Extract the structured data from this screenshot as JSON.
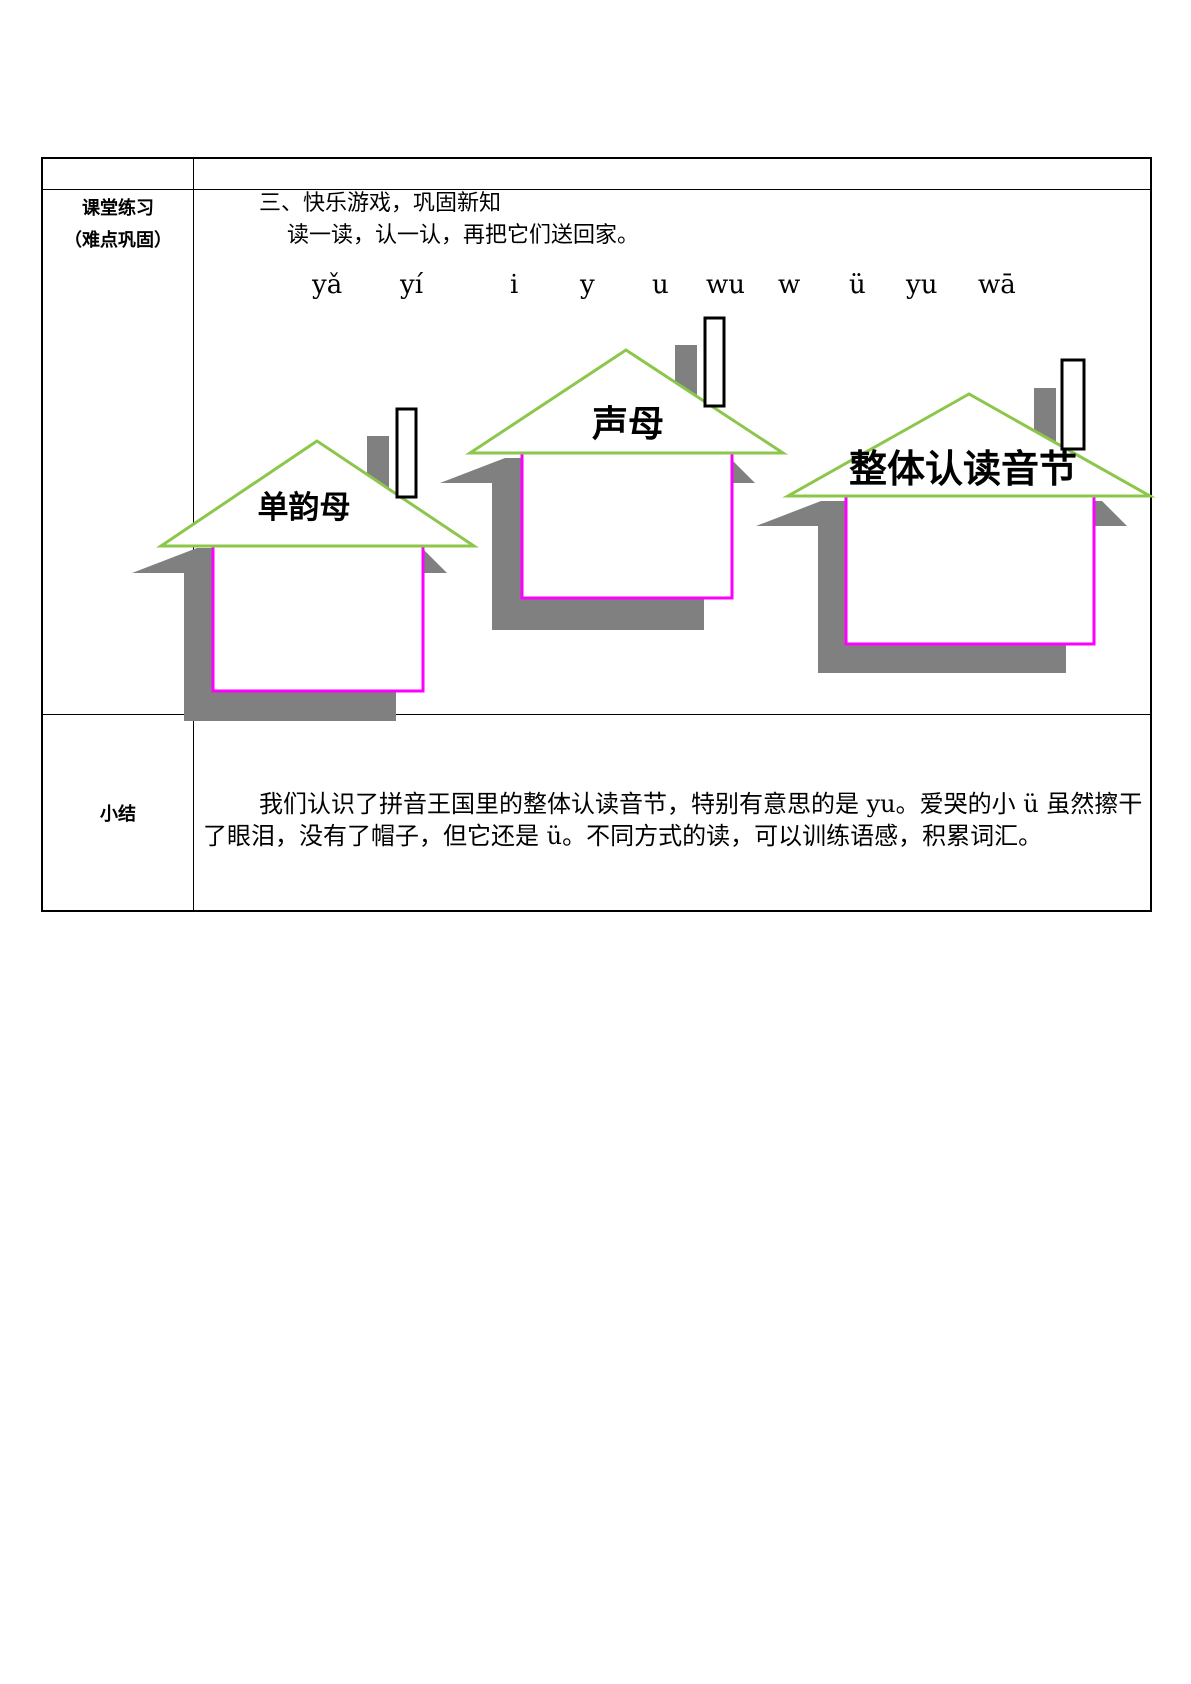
{
  "table": {
    "header_left": "",
    "header_right": "",
    "practice_label_line1": "课堂练习",
    "practice_label_line2": "（难点巩固）",
    "summary_label": "小结"
  },
  "practice": {
    "heading": "三、快乐游戏，巩固新知",
    "instruction": "读一读，认一认，再把它们送回家。",
    "syllables": [
      "yǎ",
      "yí",
      "i",
      "y",
      "u",
      "wu",
      "w",
      "ü",
      "yu",
      "wā"
    ],
    "houses": [
      {
        "label": "单韵母"
      },
      {
        "label": "声母"
      },
      {
        "label": "整体认读音节"
      }
    ],
    "colors": {
      "roof_outline": "#8cc64b",
      "wall_outline": "#ff00ff",
      "shadow": "#808080",
      "chimney_outline": "#000000"
    }
  },
  "summary": {
    "text": "我们认识了拼音王国里的整体认读音节，特别有意思的是 yu。爱哭的小 ü 虽然擦干了眼泪，没有了帽子，但它还是 ü。不同方式的读，可以训练语感，积累词汇。"
  }
}
